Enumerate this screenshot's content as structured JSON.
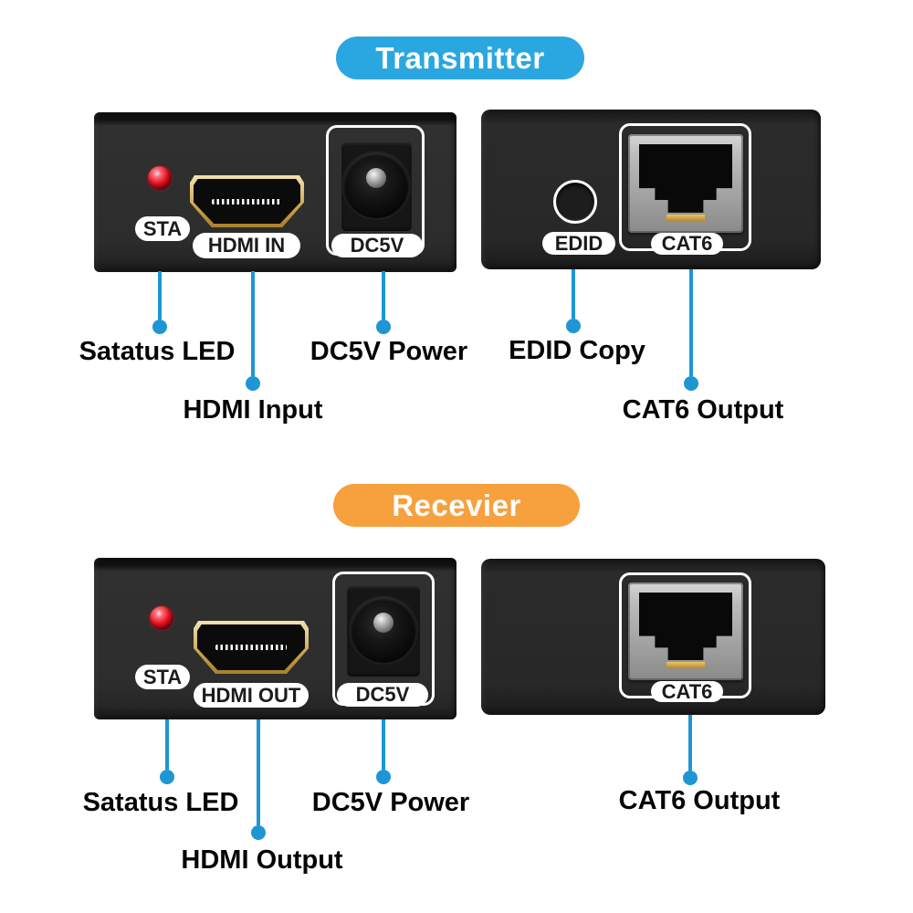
{
  "transmitter": {
    "banner": "Transmitter",
    "banner_color": "#2AA7E0",
    "left_device": {
      "led_tag": "STA",
      "hdmi_tag": "HDMI IN",
      "dc_tag": "DC5V"
    },
    "right_device": {
      "edid_tag": "EDID",
      "cat6_tag": "CAT6"
    },
    "callouts": {
      "status_led": "Satatus LED",
      "hdmi": "HDMI Input",
      "dc": "DC5V Power",
      "edid": "EDID Copy",
      "cat6": "CAT6 Output"
    }
  },
  "receiver": {
    "banner": "Recevier",
    "banner_color": "#F7A03E",
    "left_device": {
      "led_tag": "STA",
      "hdmi_tag": "HDMI OUT",
      "dc_tag": "DC5V"
    },
    "right_device": {
      "cat6_tag": "CAT6"
    },
    "callouts": {
      "status_led": "Satatus LED",
      "hdmi": "HDMI Output",
      "dc": "DC5V Power",
      "cat6": "CAT6 Output"
    }
  },
  "colors": {
    "callout_line": "#1E96D4",
    "banner_transmitter": "#2AA7E0",
    "banner_receiver": "#F7A03E",
    "device_body": "#2D2D2D",
    "led_red": "#E3101F",
    "hdmi_gold": "#C49A3E",
    "rj45_metal": "#B9B9B9",
    "label_text": "#050505"
  }
}
